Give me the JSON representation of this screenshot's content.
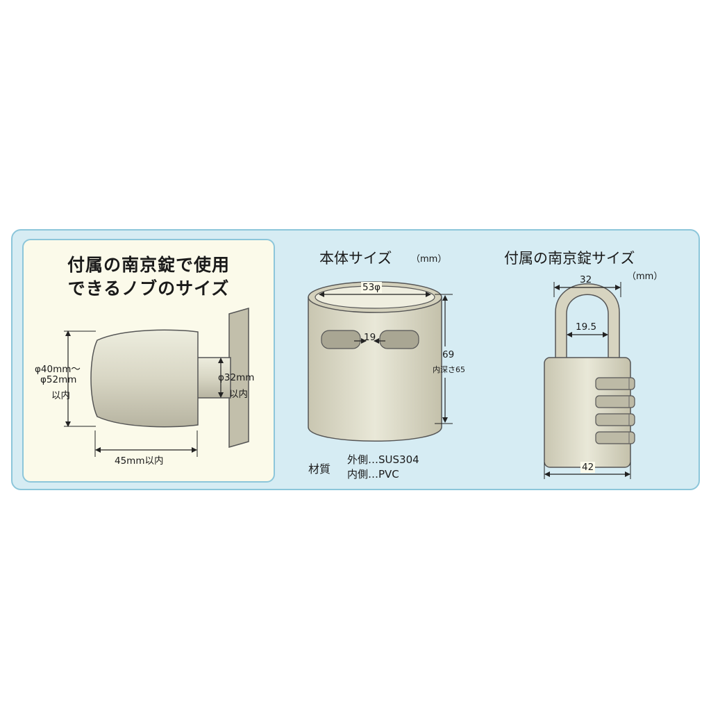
{
  "knob_panel": {
    "title_line1": "付属の南京錠で使用",
    "title_line2": "できるノブのサイズ",
    "diameter_label_line1": "φ40mm～",
    "diameter_label_line2": "φ52mm",
    "diameter_label_line3": "以内",
    "neck_label_line1": "φ32mm",
    "neck_label_line2": "以内",
    "length_label": "45mm以内"
  },
  "body_panel": {
    "title": "本体サイズ",
    "unit": "（mm）",
    "diameter_label": "53φ",
    "slot_gap_label": "19",
    "height_label": "69",
    "inner_depth_label": "内深さ65",
    "material_label": "材質",
    "outer_material": "外側…SUS304",
    "inner_material": "内側…PVC"
  },
  "padlock_panel": {
    "title": "付属の南京錠サイズ",
    "unit": "（mm）",
    "shackle_width_label": "32",
    "shackle_inner_label": "19.5",
    "body_width_label": "42"
  },
  "colors": {
    "outer_frame": "#d6ecf3",
    "panel_bg": "#fbfaea",
    "panel_border": "#8cc6da"
  }
}
